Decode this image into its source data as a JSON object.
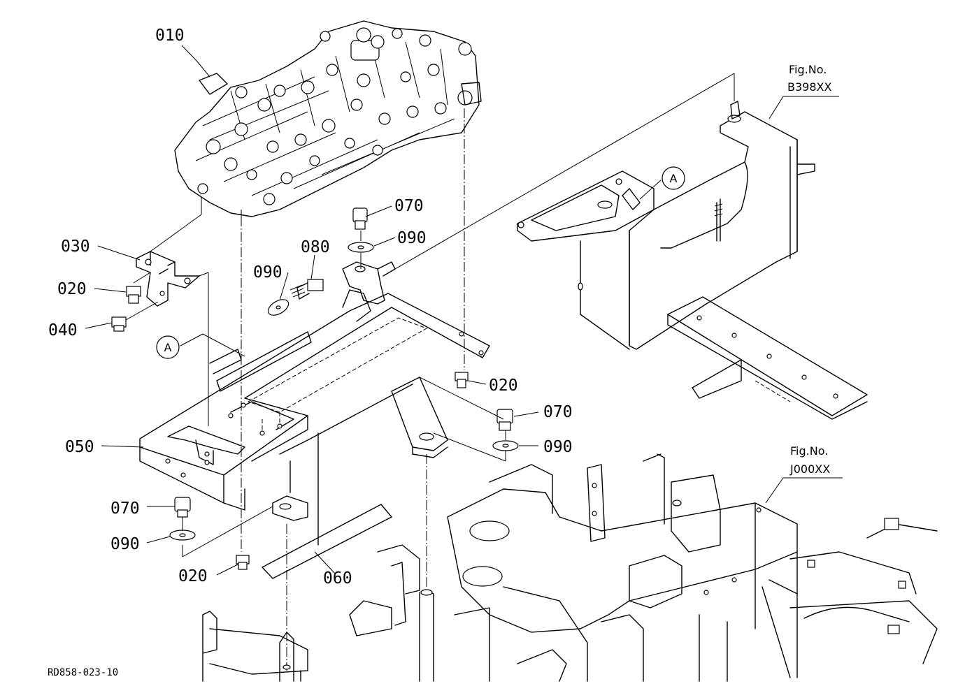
{
  "part_labels": {
    "p010": "010",
    "p030": "030",
    "p020_a": "020",
    "p040": "040",
    "p070_a": "070",
    "p090_a": "090",
    "p080": "080",
    "p090_b": "090",
    "p020_b": "020",
    "p070_b": "070",
    "p090_c": "090",
    "p050": "050",
    "p070_c": "070",
    "p090_d": "090",
    "p020_c": "020",
    "p060": "060"
  },
  "callouts": {
    "a_left": "A",
    "a_right": "A"
  },
  "figure_refs": {
    "fig_label_1": "Fig.No.",
    "fig_number_1": "B398XX",
    "fig_label_2": "Fig.No.",
    "fig_number_2": "J000XX"
  },
  "drawing_code": "RD858-023-10"
}
